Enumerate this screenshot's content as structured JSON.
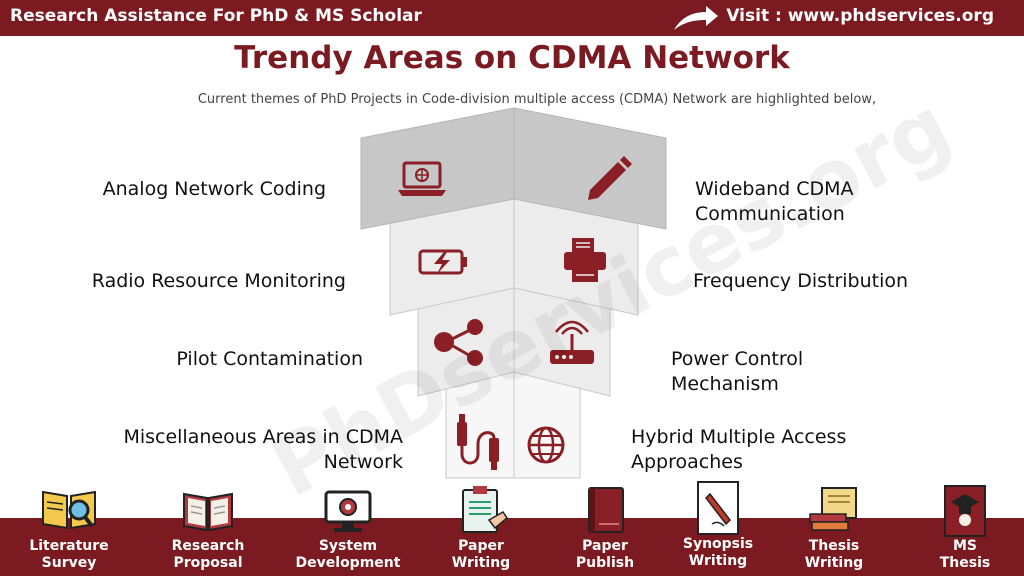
{
  "header": {
    "brand": "Research Assistance For PhD & MS Scholar",
    "visit": "Visit : www.phdservices.org"
  },
  "title": "Trendy Areas on CDMA Network",
  "subtitle": "Current themes of PhD Projects in Code-division multiple access (CDMA) Network are highlighted below,",
  "watermark": "PhDservices.org",
  "left_items": [
    {
      "line1": "Analog Network Coding",
      "line2": ""
    },
    {
      "line1": "Radio Resource Monitoring",
      "line2": ""
    },
    {
      "line1": "Pilot Contamination",
      "line2": ""
    },
    {
      "line1": "Miscellaneous Areas in CDMA",
      "line2": "Network"
    }
  ],
  "right_items": [
    {
      "line1": "Wideband CDMA",
      "line2": "Communication"
    },
    {
      "line1": "Frequency Distribution",
      "line2": ""
    },
    {
      "line1": "Power Control",
      "line2": "Mechanism"
    },
    {
      "line1": "Hybrid Multiple Access",
      "line2": "Approaches"
    }
  ],
  "icons": {
    "left": [
      "laptop-globe-icon",
      "battery-charging-icon",
      "share-network-icon",
      "cable-connector-icon"
    ],
    "right": [
      "pencil-icon",
      "printer-icon",
      "wifi-router-icon",
      "globe-icon"
    ]
  },
  "colors": {
    "accent": "#7b1a20",
    "tier_top": "#c7c7c7",
    "tier_light": "#ececec",
    "tier_white": "#f7f7f7"
  },
  "bottom_items": [
    {
      "line1": "Literature",
      "line2": "Survey",
      "icon": "book-magnifier-icon"
    },
    {
      "line1": "Research",
      "line2": "Proposal",
      "icon": "open-book-icon"
    },
    {
      "line1": "System",
      "line2": "Development",
      "icon": "monitor-gear-icon"
    },
    {
      "line1": "Paper",
      "line2": "Writing",
      "icon": "clipboard-hand-icon"
    },
    {
      "line1": "Paper",
      "line2": "Publish",
      "icon": "notebook-icon"
    },
    {
      "line1": "Synopsis",
      "line2": "Writing",
      "icon": "pen-paper-icon"
    },
    {
      "line1": "Thesis",
      "line2": "Writing",
      "icon": "scroll-books-icon"
    },
    {
      "line1": "MS",
      "line2": "Thesis",
      "icon": "graduate-book-icon"
    }
  ]
}
